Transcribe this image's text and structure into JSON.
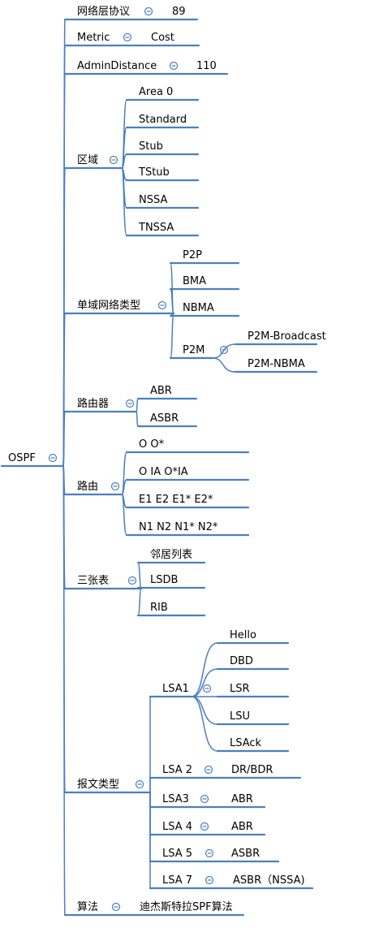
{
  "root": "OSPF",
  "nodes": [
    {
      "id": "proto",
      "label": "网络层协议",
      "value": "89"
    },
    {
      "id": "metric",
      "label": "Metric",
      "value": "Cost"
    },
    {
      "id": "ad",
      "label": "AdminDistance",
      "value": "110"
    },
    {
      "id": "area",
      "label": "区域",
      "children": [
        {
          "label": "Area 0"
        },
        {
          "label": "Standard"
        },
        {
          "label": "Stub"
        },
        {
          "label": "TStub"
        },
        {
          "label": "NSSA"
        },
        {
          "label": "TNSSA"
        }
      ]
    },
    {
      "id": "nettype",
      "label": "单域网络类型",
      "children": [
        {
          "label": "P2P"
        },
        {
          "label": "BMA"
        },
        {
          "label": "NBMA"
        },
        {
          "label": "P2M",
          "children": [
            {
              "label": "P2M-Broadcast"
            },
            {
              "label": "P2M-NBMA"
            }
          ]
        }
      ]
    },
    {
      "id": "router",
      "label": "路由器",
      "children": [
        {
          "label": "ABR"
        },
        {
          "label": "ASBR"
        }
      ]
    },
    {
      "id": "route",
      "label": "路由",
      "children": [
        {
          "label": "O   O*"
        },
        {
          "label": "O IA  O*IA"
        },
        {
          "label": "E1  E2  E1*  E2*"
        },
        {
          "label": "N1  N2  N1*  N2*"
        }
      ]
    },
    {
      "id": "tables",
      "label": "三张表",
      "children": [
        {
          "label": "邻居列表"
        },
        {
          "label": "LSDB"
        },
        {
          "label": "RIB"
        }
      ]
    },
    {
      "id": "msg",
      "label": "报文类型",
      "children": [
        {
          "label": "LSA1",
          "children": [
            {
              "label": "Hello"
            },
            {
              "label": "DBD"
            },
            {
              "label": "LSR"
            },
            {
              "label": "LSU"
            },
            {
              "label": "LSAck"
            }
          ]
        },
        {
          "label": "LSA 2",
          "value": "DR/BDR"
        },
        {
          "label": "LSA3",
          "value": "ABR"
        },
        {
          "label": "LSA 4",
          "value": "ABR"
        },
        {
          "label": "LSA 5",
          "value": "ASBR"
        },
        {
          "label": "LSA 7",
          "value": "ASBR（NSSA)"
        }
      ]
    },
    {
      "id": "algo",
      "label": "算法",
      "value": "迪杰斯特拉SPF算法"
    }
  ]
}
